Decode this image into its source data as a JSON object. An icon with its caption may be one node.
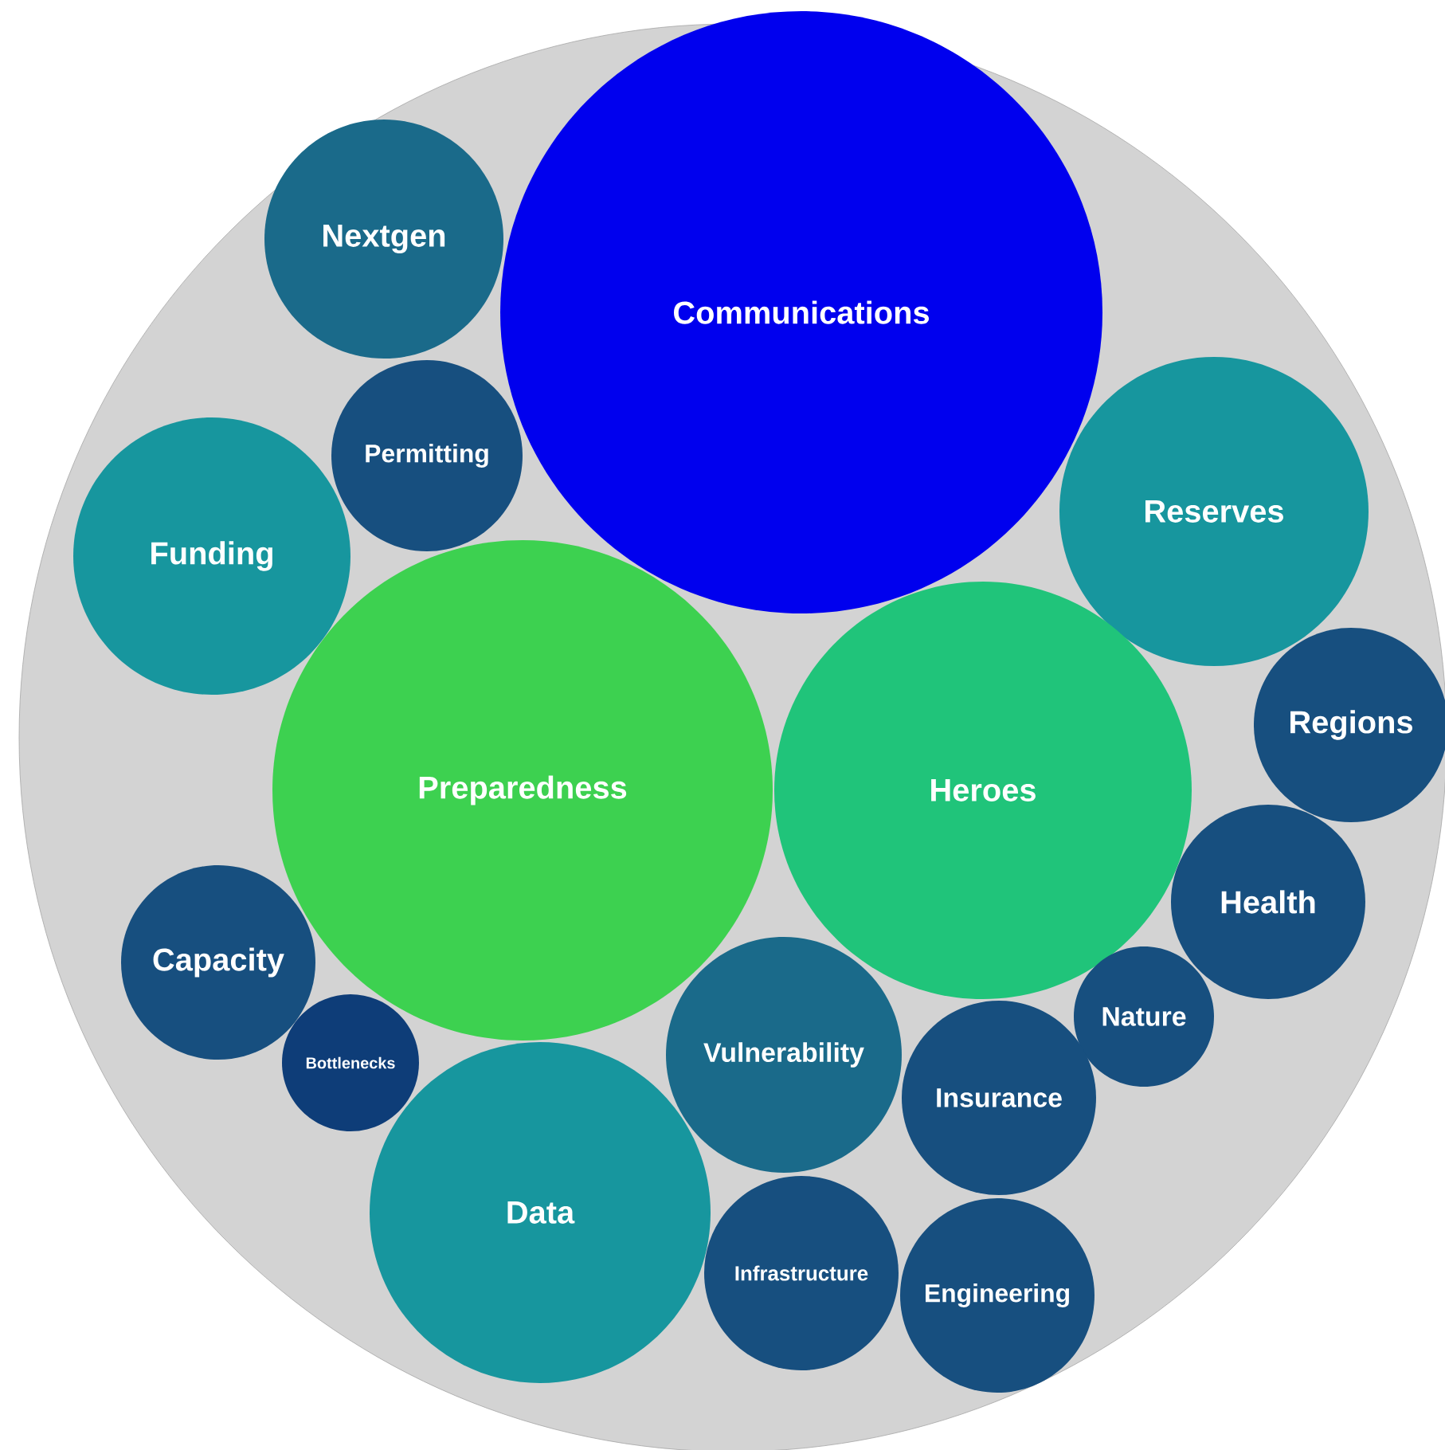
{
  "diagram": {
    "nodes": [
      {
        "text": [],
        "shape": "circle"
      },
      {
        "text": [
          "Communications"
        ],
        "in": 0
      },
      {
        "text": [
          "Nextgen"
        ],
        "in": 0
      },
      {
        "text": [
          "Permitting"
        ],
        "in": 0
      },
      {
        "text": [
          "Reserves"
        ],
        "in": 0
      },
      {
        "text": [
          "Funding"
        ],
        "in": 0
      },
      {
        "text": [
          "Regions"
        ],
        "in": 0
      },
      {
        "text": [
          "Preparedness"
        ],
        "in": 0
      },
      {
        "text": [
          "Heroes"
        ],
        "in": 0
      },
      {
        "text": [
          "Health"
        ],
        "in": 0
      },
      {
        "text": [
          "Capacity"
        ],
        "in": 0
      },
      {
        "text": [
          "Nature"
        ],
        "in": 0
      },
      {
        "text": [
          "Vulnerability"
        ],
        "in": 0
      },
      {
        "text": [
          "Bottlenecks"
        ],
        "in": 0
      },
      {
        "text": [
          "Insurance"
        ],
        "in": 0
      },
      {
        "text": [
          "Data"
        ],
        "in": 0
      },
      {
        "text": [
          "Infrastructure"
        ],
        "in": 0
      },
      {
        "text": [
          "Engineering"
        ],
        "in": 0
      }
    ]
  }
}
